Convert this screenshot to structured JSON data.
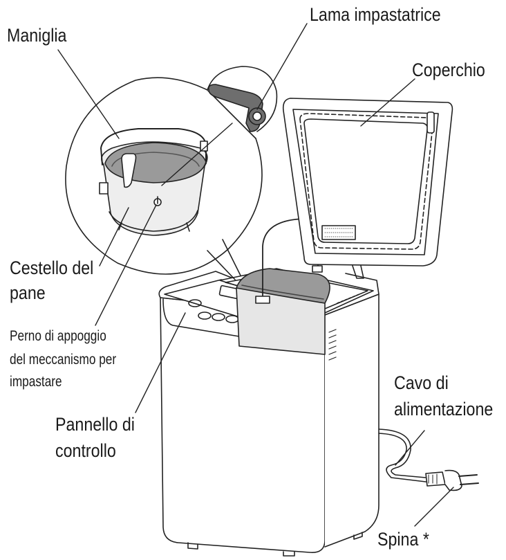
{
  "labels": {
    "handle": "Maniglia",
    "kneading_blade": "Lama impastatrice",
    "lid": "Coperchio",
    "bread_pan_line1": "Cestello del",
    "bread_pan_line2": "pane",
    "shaft_line1": "Perno di appoggio",
    "shaft_line2": "del meccanismo per",
    "shaft_line3": "impastare",
    "control_panel_line1": "Pannello di",
    "control_panel_line2": "controllo",
    "power_cord_line1": "Cavo di",
    "power_cord_line2": "alimentazione",
    "plug": "Spina *"
  }
}
